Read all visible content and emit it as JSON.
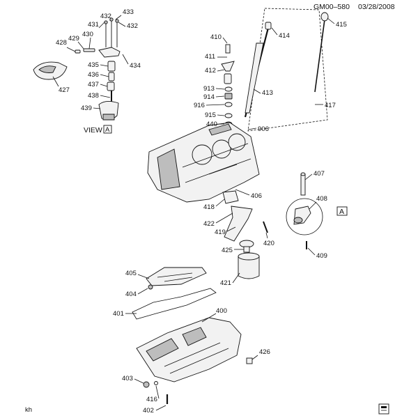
{
  "header": {
    "code": "GM00–580",
    "date": "03/28/2008"
  },
  "view_label": "VIEW",
  "view_marker": "A",
  "corner_left": "kh",
  "corner_right_icon": "book-icon",
  "callouts": [
    "400",
    "401",
    "402",
    "403",
    "404",
    "405",
    "406",
    "407",
    "408",
    "409",
    "410",
    "411",
    "412",
    "413",
    "414",
    "415",
    "416",
    "417",
    "418",
    "419",
    "420",
    "421",
    "422",
    "425",
    "426",
    "427",
    "428",
    "429",
    "430",
    "431",
    "432",
    "432",
    "433",
    "434",
    "435",
    "436",
    "437",
    "438",
    "439",
    "440",
    "906",
    "913",
    "914",
    "915",
    "916"
  ]
}
